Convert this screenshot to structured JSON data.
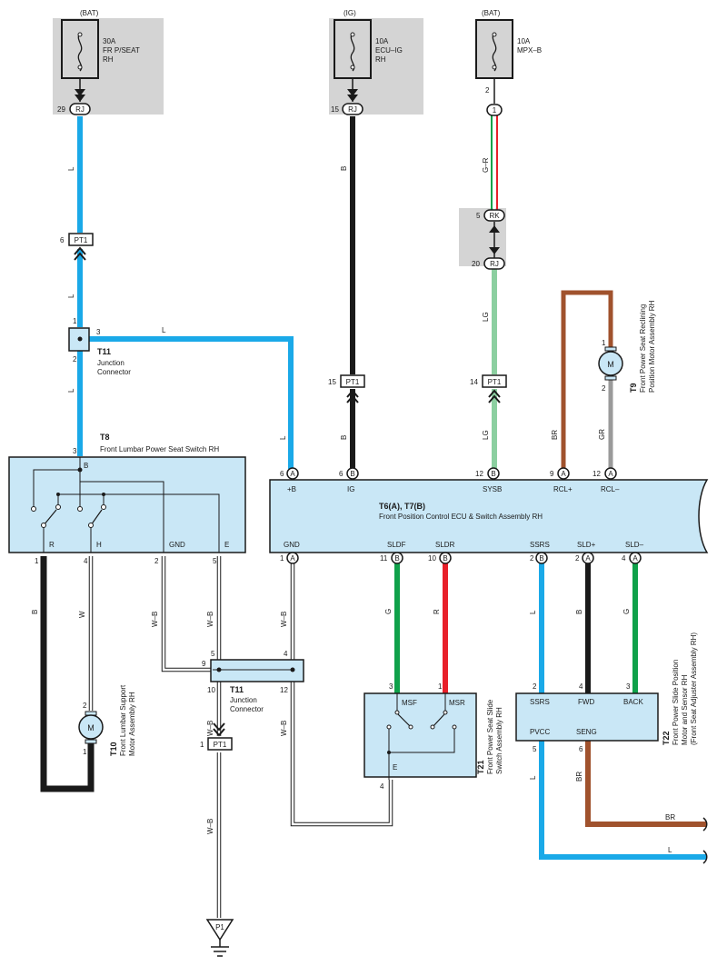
{
  "fuses": [
    {
      "source": "(BAT)",
      "amps": "30A",
      "name": "FR P/SEAT",
      "sub": "RH",
      "pin": "29",
      "conn": "RJ"
    },
    {
      "source": "(IG)",
      "amps": "10A",
      "name": "ECU–IG",
      "sub": "RH",
      "pin": "15",
      "conn": "RJ"
    },
    {
      "source": "(BAT)",
      "amps": "10A",
      "name": "MPX–B",
      "sub": "",
      "pin": "2",
      "conn": "1"
    }
  ],
  "wire_colors": {
    "L": "#1aa9e8",
    "B": "#1a1a1a",
    "LG": "#8ccfa0",
    "BR": "#a0522d",
    "GR": "#9a9a9a",
    "G": "#0fa14a",
    "R": "#e8202a",
    "W": "#ffffff",
    "WB": "#ffffff"
  },
  "wire_labels": {
    "L": "L",
    "B": "B",
    "GR_pair": "G–R",
    "LG": "LG",
    "BR": "BR",
    "GR": "GR",
    "G": "G",
    "R": "R",
    "W": "W",
    "WB": "W–B"
  },
  "connectors": {
    "pt1": "PT1",
    "rk": "RK",
    "rj": "RJ",
    "p1": "P1",
    "pin6": "6",
    "pin15": "15",
    "pin14": "14",
    "pin5": "5",
    "pin20": "20",
    "pin1": "1"
  },
  "t11_upper": {
    "id": "T11",
    "l1": "Junction",
    "l2": "Connector",
    "p1": "1",
    "p2": "2",
    "p3": "3"
  },
  "t11_lower": {
    "id": "T11",
    "l1": "Junction",
    "l2": "Connector",
    "p9": "9",
    "p5": "5",
    "p4": "4",
    "p10": "10",
    "p12": "12"
  },
  "t8": {
    "id": "T8",
    "name": "Front Lumbar Power Seat Switch RH",
    "b": "B",
    "r": "R",
    "h": "H",
    "gnd": "GND",
    "e": "E",
    "p3": "3",
    "p1": "1",
    "p4": "4",
    "p2": "2",
    "p5": "5"
  },
  "ecu": {
    "title": "T6(A), T7(B)",
    "name": "Front Position Control ECU & Switch Assembly RH",
    "top_pins": [
      {
        "num": "6",
        "conn": "A",
        "label": "+B"
      },
      {
        "num": "6",
        "conn": "B",
        "label": "IG"
      },
      {
        "num": "12",
        "conn": "B",
        "label": "SYSB"
      },
      {
        "num": "9",
        "conn": "A",
        "label": "RCL+"
      },
      {
        "num": "12",
        "conn": "A",
        "label": "RCL–"
      }
    ],
    "bottom_pins": [
      {
        "num": "1",
        "conn": "A",
        "label": "GND"
      },
      {
        "num": "11",
        "conn": "B",
        "label": "SLDF"
      },
      {
        "num": "10",
        "conn": "B",
        "label": "SLDR"
      },
      {
        "num": "2",
        "conn": "B",
        "label": "SSRS"
      },
      {
        "num": "2",
        "conn": "A",
        "label": "SLD+"
      },
      {
        "num": "4",
        "conn": "A",
        "label": "SLD–"
      }
    ]
  },
  "t9": {
    "id": "T9",
    "l1": "Front Power Seat Reclining",
    "l2": "Position Motor Assembly RH",
    "m": "M",
    "p1": "1",
    "p2": "2"
  },
  "t10": {
    "id": "T10",
    "l1": "Front Lumbar Support",
    "l2": "Motor Assembly RH",
    "m": "M",
    "p1": "1",
    "p2": "2"
  },
  "t21": {
    "id": "T21",
    "l1": "Front Power Seat Slide",
    "l2": "Switch Assembly RH",
    "msf": "MSF",
    "msr": "MSR",
    "e": "E",
    "p3": "3",
    "p1": "1",
    "p4": "4"
  },
  "t22": {
    "id": "T22",
    "l1": "Front Power Slide Position",
    "l2": "Motor and Sensor RH",
    "l3": "(Front Seat Adjuster Assembly RH)",
    "ssrs": "SSRS",
    "fwd": "FWD",
    "back": "BACK",
    "pvcc": "PVCC",
    "seng": "SENG",
    "p2": "2",
    "p4": "4",
    "p3": "3",
    "p5": "5",
    "p6": "6"
  }
}
